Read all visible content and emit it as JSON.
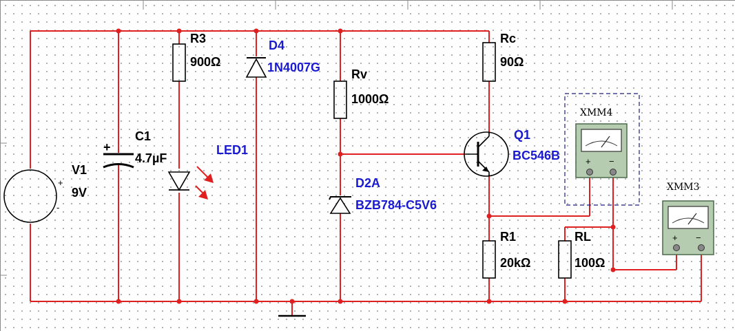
{
  "components": {
    "v1": {
      "ref": "V1",
      "value": "9V",
      "plus": "+",
      "minus": "-"
    },
    "c1": {
      "ref": "C1",
      "value": "4.7µF",
      "plus": "+"
    },
    "r3": {
      "ref": "R3",
      "value": "900Ω"
    },
    "led1": {
      "ref": "LED1"
    },
    "d4": {
      "ref": "D4",
      "value": "1N4007G"
    },
    "rv": {
      "ref": "Rv",
      "value": "1000Ω"
    },
    "d2a": {
      "ref": "D2A",
      "value": "BZB784-C5V6"
    },
    "rc": {
      "ref": "Rc",
      "value": "90Ω"
    },
    "q1": {
      "ref": "Q1",
      "value": "BC546B"
    },
    "r1": {
      "ref": "R1",
      "value": "20kΩ"
    },
    "rl": {
      "ref": "RL",
      "value": "100Ω"
    },
    "xmm4": {
      "ref": "XMM4",
      "plus": "+",
      "minus": "−"
    },
    "xmm3": {
      "ref": "XMM3",
      "plus": "+",
      "minus": "−"
    }
  },
  "colors": {
    "wire": "#e02020",
    "label": "#1a1ad0",
    "led_arrow": "#e02020",
    "meter": "#b5ccb0"
  }
}
